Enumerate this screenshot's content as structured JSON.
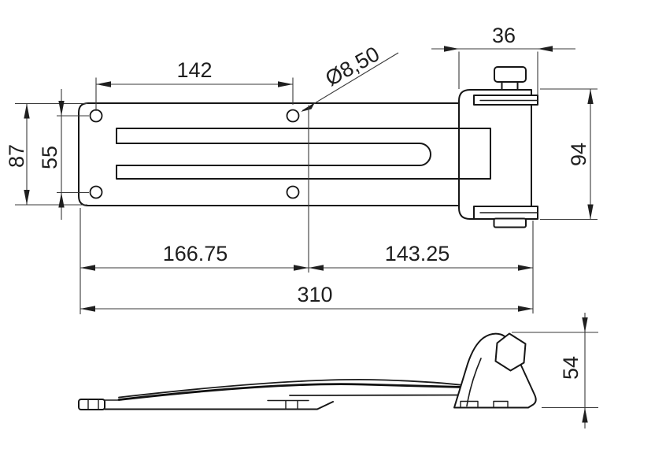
{
  "drawing": {
    "kind": "2D CAD dimensioned drawing, door hinge with slotted strap, top view and side view",
    "background_color": "#ffffff",
    "part_line_color": "#161616",
    "dimension_line_color": "#3a3a3a",
    "dimensions": {
      "hole_pitch_x": "142",
      "hole_diameter": "Ø8,50",
      "bracket_width": "36",
      "plate_width": "87",
      "hole_pitch_y": "55",
      "bracket_height": "94",
      "length_left": "166.75",
      "length_right": "143.25",
      "length_total": "310",
      "side_height": "54"
    }
  }
}
